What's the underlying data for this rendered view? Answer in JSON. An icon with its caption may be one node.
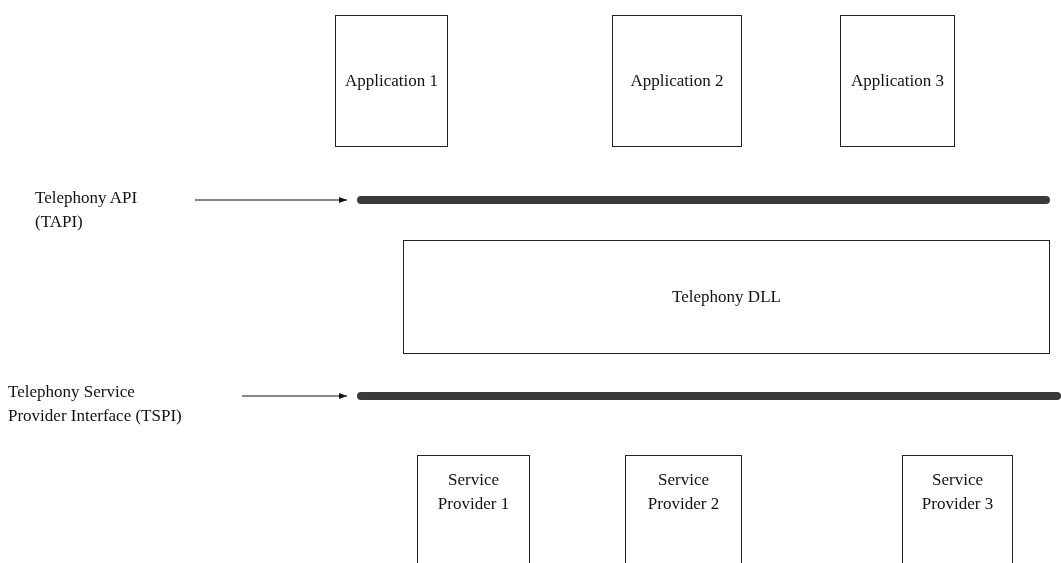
{
  "diagram": {
    "nodes": [
      {
        "text": [
          "Application 1"
        ]
      },
      {
        "text": [
          "Application 2"
        ]
      },
      {
        "text": [
          "Application 3"
        ]
      },
      {
        "text": [
          "Telephony API (TAPI)"
        ]
      },
      {
        "text": [],
        "shape": "bar"
      },
      {
        "text": [
          "Telephony DLL"
        ]
      },
      {
        "text": [
          "Telephony Service Provider Interface (TSPI)"
        ]
      },
      {
        "text": [],
        "shape": "bar"
      },
      {
        "text": [
          "Service Provider 1"
        ]
      },
      {
        "text": [
          "Service Provider 2"
        ]
      },
      {
        "text": [
          "Service Provider 3"
        ]
      }
    ],
    "edges": [
      {
        "from": 3,
        "to": 4,
        "arrow": "to"
      },
      {
        "from": 6,
        "to": 7,
        "arrow": "to"
      }
    ]
  }
}
